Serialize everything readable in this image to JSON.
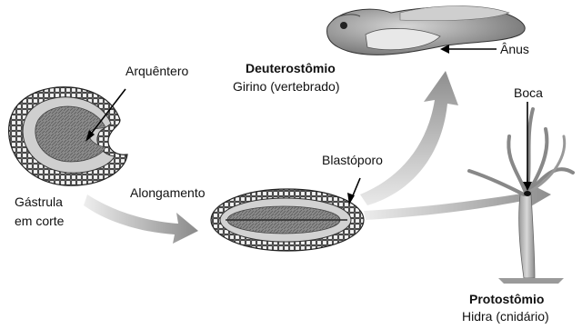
{
  "labels": {
    "arquentero": "Arquêntero",
    "gastrula_line1": "Gástrula",
    "gastrula_line2": "em corte",
    "alongamento": "Alongamento",
    "blastoporo": "Blastóporo",
    "deuterostomio_title": "Deuterostômio",
    "deuterostomio_example": "Girino (vertebrado)",
    "anus": "Ânus",
    "boca": "Boca",
    "protostomio_title": "Protostômio",
    "protostomio_example": "Hidra (cnidário)"
  }
}
